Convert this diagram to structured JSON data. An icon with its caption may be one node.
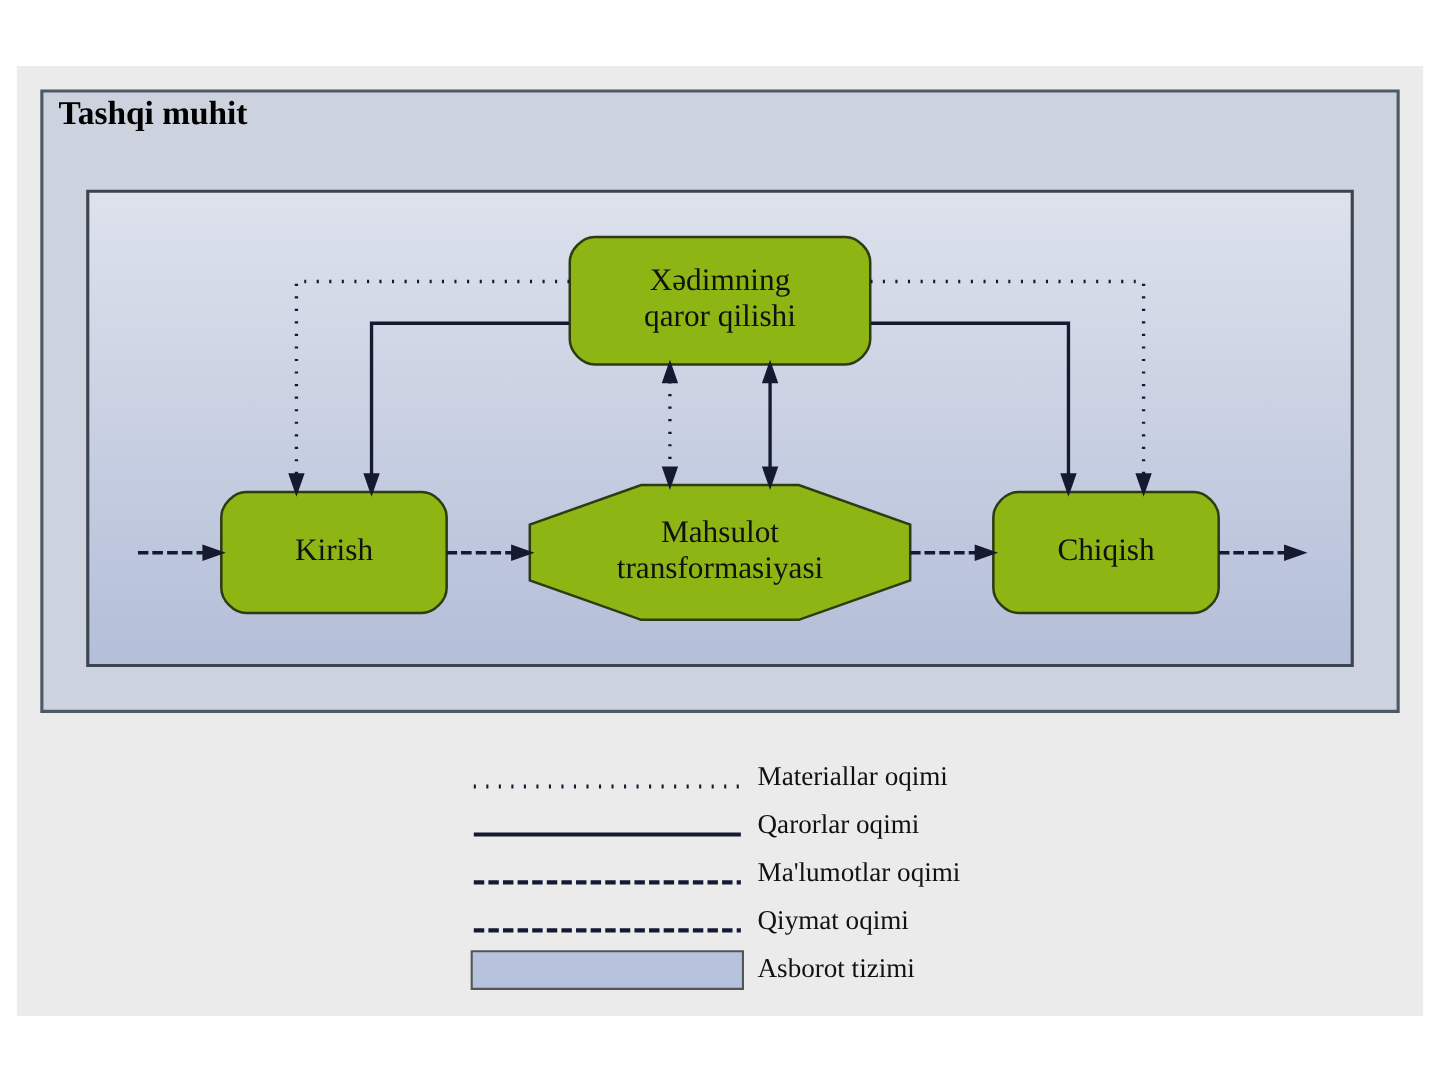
{
  "diagram": {
    "nodes": [
      {
        "text": [
          "Tashqi muhit"
        ]
      },
      {
        "text": [],
        "shape": "box",
        "in": 0
      },
      {
        "text": [
          "Xədimning qaror qilishi"
        ],
        "in": 1
      },
      {
        "text": [
          "Kirish"
        ],
        "in": 1
      },
      {
        "text": [
          "Mahsulot transformasiyasi"
        ],
        "in": 1
      },
      {
        "text": [
          "Chiqish"
        ],
        "in": 1
      }
    ],
    "edges": [
      {
        "from": null,
        "to": 3,
        "arrow": "to",
        "style": "dashed"
      },
      {
        "from": 3,
        "to": 4,
        "arrow": "to",
        "style": "dashed"
      },
      {
        "from": 4,
        "to": 5,
        "arrow": "to",
        "style": "dashed"
      },
      {
        "from": 5,
        "to": null,
        "arrow": "to",
        "style": "dashed"
      },
      {
        "from": 2,
        "to": 3,
        "arrow": "to",
        "style": "dashed"
      },
      {
        "from": 2,
        "to": 4,
        "arrow": "both",
        "style": "dashed"
      },
      {
        "from": 2,
        "to": 5,
        "arrow": "to",
        "style": "dashed"
      },
      {
        "from": 2,
        "to": 3,
        "arrow": "to"
      },
      {
        "from": 2,
        "to": 4,
        "arrow": "both"
      },
      {
        "from": 2,
        "to": 5,
        "arrow": "to"
      }
    ],
    "legend": [
      {
        "text": "Materiallar oqimi"
      },
      {
        "text": "Qarorlar oqimi"
      },
      {
        "text": "Ma'lumotlar oqimi"
      },
      {
        "text": "Qiymat oqimi"
      },
      {
        "text": "Asborot tizimi",
        "color": "#b7c3dc"
      }
    ]
  }
}
